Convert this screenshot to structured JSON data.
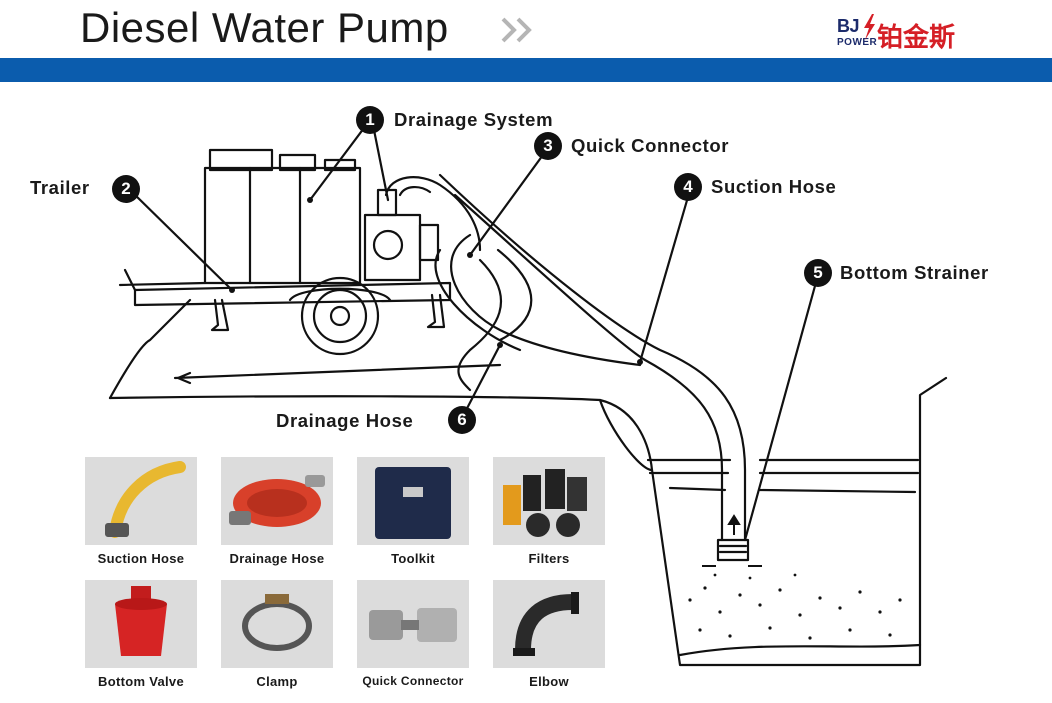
{
  "header": {
    "title": "Diesel Water Pump",
    "logo": {
      "bj": "BJ",
      "power": "POWER",
      "cn": "铂金斯"
    }
  },
  "colors": {
    "bar": "#0b5cad",
    "logo_red": "#d51f26",
    "logo_blue": "#1c2b6b"
  },
  "callouts": [
    {
      "num": "1",
      "label": "Drainage System"
    },
    {
      "num": "2",
      "label": "Trailer"
    },
    {
      "num": "3",
      "label": "Quick Connector"
    },
    {
      "num": "4",
      "label": "Suction Hose"
    },
    {
      "num": "5",
      "label": "Bottom Strainer"
    },
    {
      "num": "6",
      "label": "Drainage Hose"
    }
  ],
  "parts": [
    {
      "label": "Suction Hose",
      "icon": "suction-hose-icon"
    },
    {
      "label": "Drainage Hose",
      "icon": "drainage-hose-icon"
    },
    {
      "label": "Toolkit",
      "icon": "toolkit-icon"
    },
    {
      "label": "Filters",
      "icon": "filters-icon"
    },
    {
      "label": "Bottom Valve",
      "icon": "bottom-valve-icon"
    },
    {
      "label": "Clamp",
      "icon": "clamp-icon"
    },
    {
      "label": "Quick Connector",
      "icon": "quick-connector-icon"
    },
    {
      "label": "Elbow",
      "icon": "elbow-icon"
    }
  ]
}
